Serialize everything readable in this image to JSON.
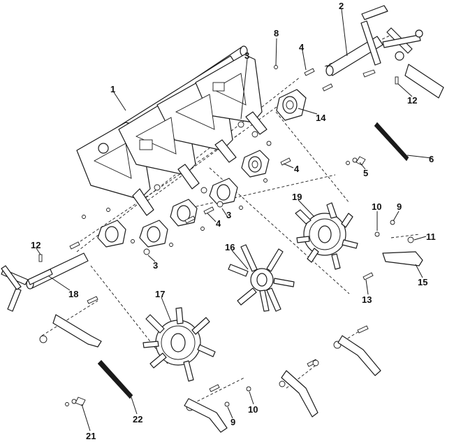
{
  "diagram": {
    "callouts": [
      "1",
      "2",
      "3",
      "3",
      "3",
      "4",
      "4",
      "4",
      "5",
      "6",
      "8",
      "9",
      "9",
      "10",
      "10",
      "11",
      "12",
      "12",
      "13",
      "14",
      "15",
      "16",
      "17",
      "18",
      "19",
      "21",
      "22"
    ]
  }
}
